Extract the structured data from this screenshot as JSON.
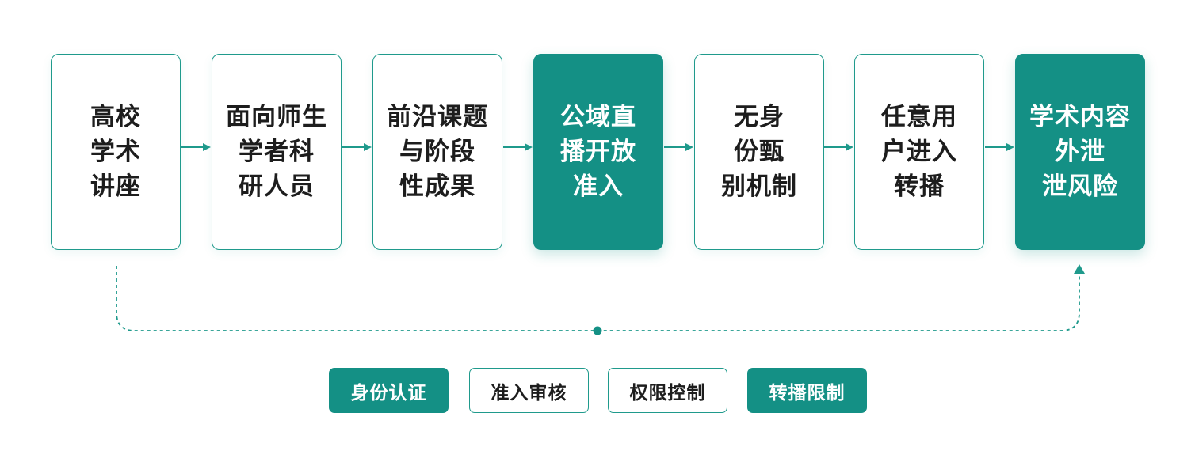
{
  "colors": {
    "accent": "#149085",
    "line": "#1f9a8c",
    "text_dark": "#1d1d1d",
    "background": "#ffffff"
  },
  "flow": {
    "steps": [
      {
        "label": "高校\n学术\n讲座",
        "style": "outline"
      },
      {
        "label": "面向师生\n学者科\n研人员",
        "style": "outline"
      },
      {
        "label": "前沿课题\n与阶段\n性成果",
        "style": "outline"
      },
      {
        "label": "公域直\n播开放\n准入",
        "style": "filled"
      },
      {
        "label": "无身\n份甄\n别机制",
        "style": "outline"
      },
      {
        "label": "任意用\n户进入\n转播",
        "style": "outline"
      },
      {
        "label": "学术内容\n外泄\n泄风险",
        "style": "filled"
      }
    ]
  },
  "controls": {
    "tags": [
      {
        "label": "身份认证",
        "style": "filled"
      },
      {
        "label": "准入审核",
        "style": "outline"
      },
      {
        "label": "权限控制",
        "style": "outline"
      },
      {
        "label": "转播限制",
        "style": "filled"
      }
    ]
  }
}
